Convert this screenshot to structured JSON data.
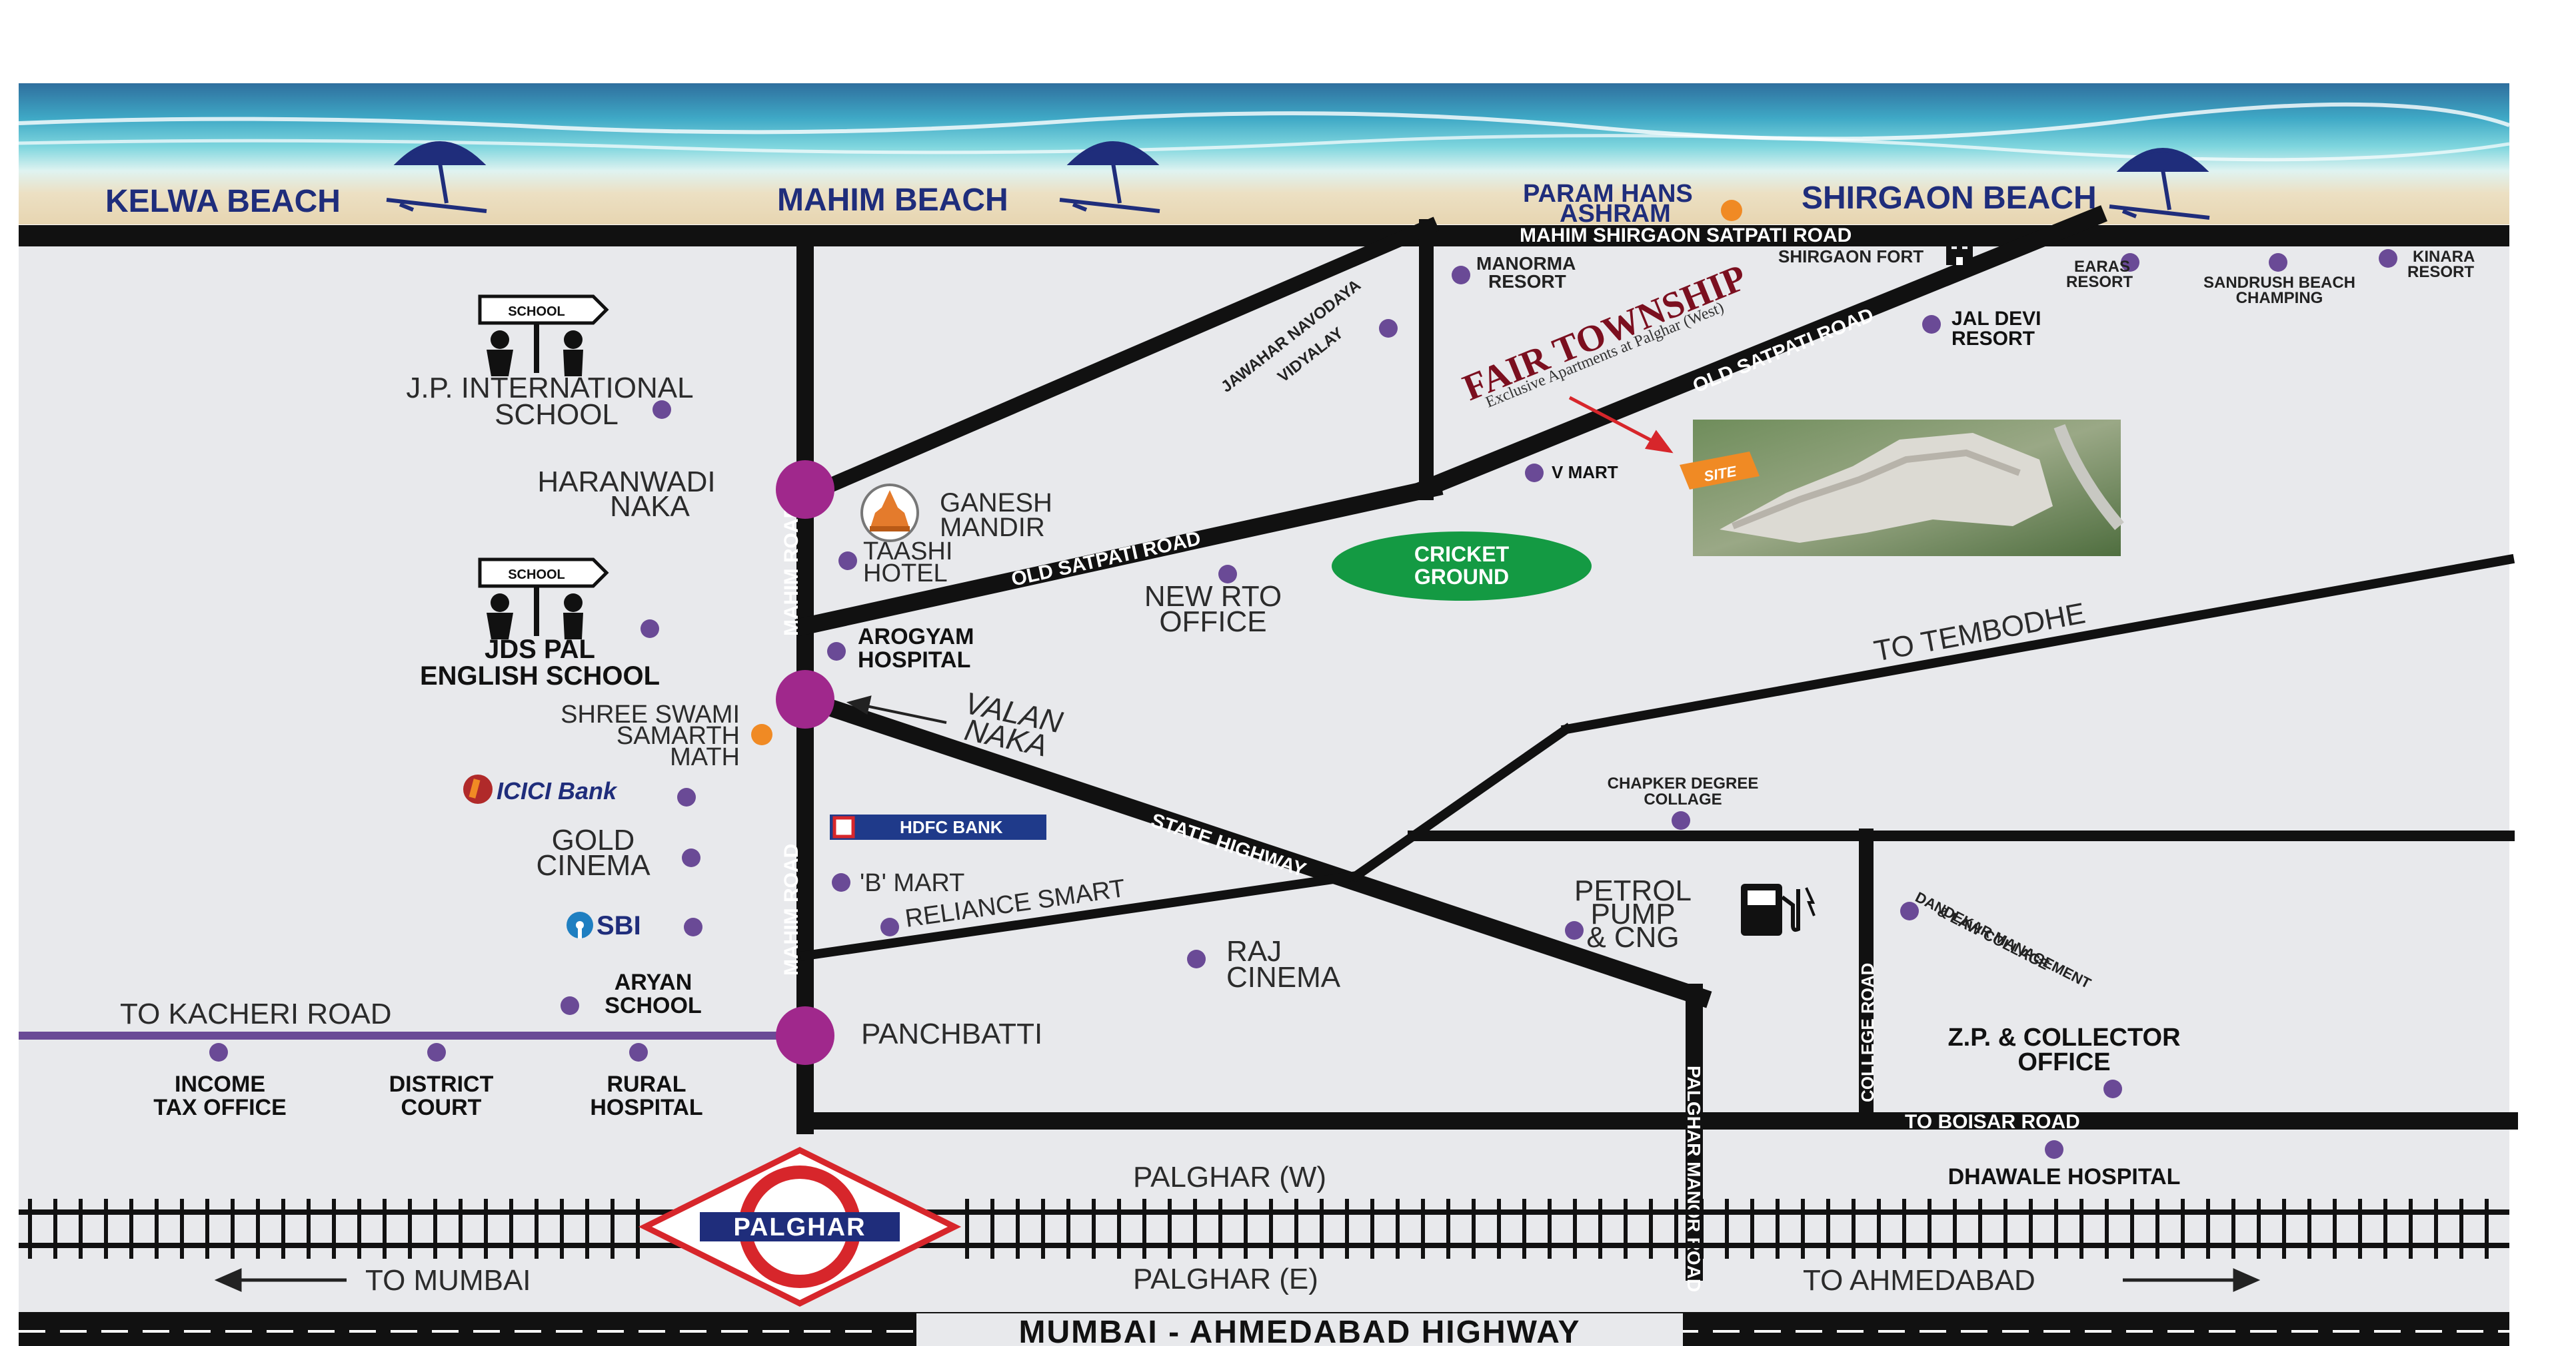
{
  "beaches": [
    "KELWA BEACH",
    "MAHIM BEACH",
    "SHIRGAON BEACH"
  ],
  "ashram": [
    "PARAM HANS",
    "ASHRAM"
  ],
  "roads": {
    "top": "MAHIM SHIRGAON SATPATI ROAD",
    "old_satpati_1": "OLD SATPATI ROAD",
    "old_satpati_2": "OLD SATPATI ROAD",
    "mahim_road": "MAHIM ROAD",
    "state_highway": "STATE HIGHWAY",
    "reliance": "RELIANCE SMART",
    "to_tembodhe": "TO TEMBODHE",
    "to_kacheri": "TO KACHERI ROAD",
    "to_boisar": "TO BOISAR ROAD",
    "college_road": "COLLEGE ROAD",
    "palghar_manor": "PALGHAR MANOR ROAD",
    "highway": "MUMBAI - AHMEDABAD HIGHWAY",
    "to_mumbai": "TO MUMBAI",
    "to_ahmedabad": "TO AHMEDABAD",
    "palghar_w": "PALGHAR (W)",
    "palghar_e": "PALGHAR (E)"
  },
  "project": {
    "name": "FAIR TOWNSHIP",
    "tagline": "Exclusive Apartments at Palghar (West)",
    "site_tag": "SITE"
  },
  "station": "PALGHAR",
  "school_sign": "SCHOOL",
  "cricket": [
    "CRICKET",
    "GROUND"
  ],
  "banks": {
    "icici": "ICICI Bank",
    "hdfc": "HDFC BANK",
    "sbi": "SBI"
  },
  "places": {
    "jp_school": [
      "J.P. INTERNATIONAL",
      "SCHOOL"
    ],
    "haranwadi": [
      "HARANWADI",
      "NAKA"
    ],
    "ganesh": [
      "GANESH",
      "MANDIR"
    ],
    "taashi": [
      "TAASHI",
      "HOTEL"
    ],
    "jds": [
      "JDS PAL",
      "ENGLISH SCHOOL"
    ],
    "arogyam": [
      "AROGYAM",
      "HOSPITAL"
    ],
    "swami": [
      "SHREE SWAMI",
      "SAMARTH",
      "MATH"
    ],
    "valan": [
      "VALAN",
      "NAKA"
    ],
    "gold": [
      "GOLD",
      "CINEMA"
    ],
    "b_mart": "'B' MART",
    "aryan": [
      "ARYAN",
      "SCHOOL"
    ],
    "panchbatti": "PANCHBATTI",
    "raj": [
      "RAJ",
      "CINEMA"
    ],
    "new_rto": [
      "NEW RTO",
      "OFFICE"
    ],
    "income_tax": [
      "INCOME",
      "TAX OFFICE"
    ],
    "district_court": [
      "DISTRICT",
      "COURT"
    ],
    "rural_hospital": [
      "RURAL",
      "HOSPITAL"
    ],
    "manorma": [
      "MANORMA",
      "RESORT"
    ],
    "jawahar": [
      "JAWAHAR NAVODAYA",
      "VIDYALAY"
    ],
    "shirgaon_fort": "SHIRGAON FORT",
    "earas": [
      "EARAS",
      "RESORT"
    ],
    "sandrush": [
      "SANDRUSH BEACH",
      "CHAMPING"
    ],
    "kinara": [
      "KINARA",
      "RESORT"
    ],
    "jal_devi": [
      "JAL DEVI",
      "RESORT"
    ],
    "v_mart": "V MART",
    "chapker": [
      "CHAPKER DEGREE",
      "COLLAGE"
    ],
    "petrol": [
      "PETROL",
      "PUMP",
      "& CNG"
    ],
    "dandekar": [
      "DANDEKAR MANAGEMENT",
      "& LAW COLLAGE"
    ],
    "zp": [
      "Z.P. & COLLECTOR",
      "OFFICE"
    ],
    "dhawale": "DHAWALE HOSPITAL"
  },
  "colors": {
    "road": "#111111",
    "marker": "#6a4a96",
    "junction": "#a0288c",
    "accent_orange": "#f08a24",
    "beach_label": "#1f2d7b",
    "cricket_ground": "#149a43",
    "project_title": "#7b0f1f",
    "station_red": "#d7262b",
    "station_blue": "#1f2d7b"
  },
  "icons": [
    "beach-umbrella-icon",
    "school-sign-icon",
    "temple-icon",
    "fort-icon",
    "fuel-pump-icon",
    "railway-station-icon",
    "arrow-icon"
  ]
}
